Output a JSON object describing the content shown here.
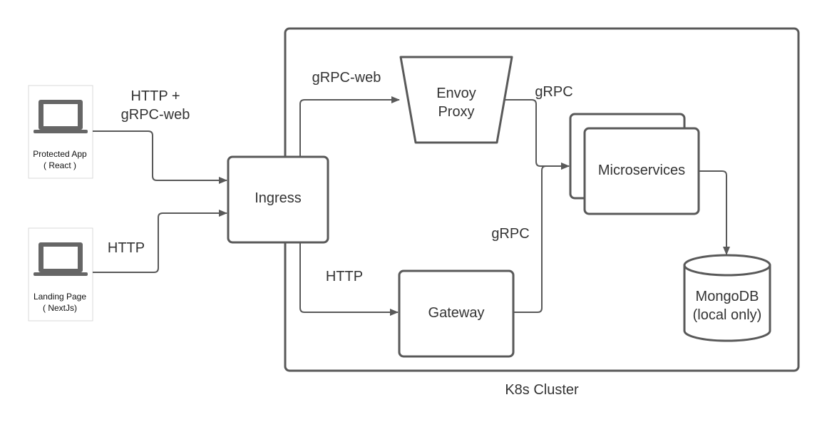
{
  "clients": {
    "protected_app": {
      "line1": "Protected App",
      "line2": "( React )"
    },
    "landing_page": {
      "line1": "Landing Page",
      "line2": "( NextJs)"
    }
  },
  "nodes": {
    "ingress": "Ingress",
    "envoy": {
      "line1": "Envoy",
      "line2": "Proxy"
    },
    "gateway": "Gateway",
    "microservices": "Microservices",
    "mongodb": {
      "line1": "MongoDB",
      "line2": "(local only)"
    }
  },
  "edges": {
    "app_to_ingress": {
      "line1": "HTTP  +",
      "line2": "gRPC-web"
    },
    "landing_to_ingress": "HTTP",
    "ingress_to_envoy": "gRPC-web",
    "envoy_to_microservices": "gRPC",
    "ingress_to_gateway": "HTTP",
    "gateway_to_microservices": "gRPC"
  },
  "cluster": {
    "label": "K8s Cluster"
  },
  "colors": {
    "stroke": "#595959",
    "text": "#333333",
    "laptop": "#666666"
  }
}
